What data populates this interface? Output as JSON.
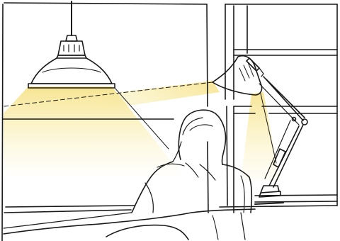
{
  "scene": {
    "elements": [
      "window-left",
      "window-right",
      "pendant-lamp",
      "desk-lamp",
      "light-beams",
      "seated-person",
      "desk-surface"
    ]
  },
  "palette": {
    "line": "#1a1a1a",
    "light": "#fbf1b8",
    "light_strong": "#f6e38a",
    "background": "#ffffff"
  }
}
